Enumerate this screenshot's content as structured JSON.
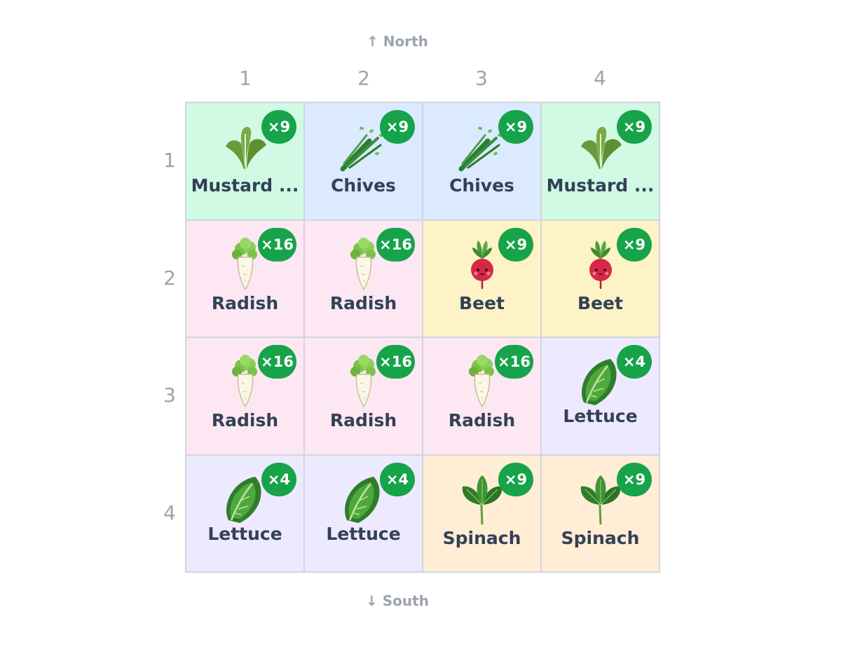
{
  "compass": {
    "north": "↑ North",
    "south": "↓ South"
  },
  "columns": [
    "1",
    "2",
    "3",
    "4"
  ],
  "rows": [
    "1",
    "2",
    "3",
    "4"
  ],
  "colors": {
    "badge": "#16a34a"
  },
  "cells": [
    {
      "label": "Mustard ...",
      "badge": "×9",
      "icon": "mustard-greens-icon",
      "bg": "#d1fae5"
    },
    {
      "label": "Chives",
      "badge": "×9",
      "icon": "chives-icon",
      "bg": "#dbeafe"
    },
    {
      "label": "Chives",
      "badge": "×9",
      "icon": "chives-icon",
      "bg": "#dbeafe"
    },
    {
      "label": "Mustard ...",
      "badge": "×9",
      "icon": "mustard-greens-icon",
      "bg": "#d1fae5"
    },
    {
      "label": "Radish",
      "badge": "×16",
      "icon": "radish-icon",
      "bg": "#fce7f3"
    },
    {
      "label": "Radish",
      "badge": "×16",
      "icon": "radish-icon",
      "bg": "#fce7f3"
    },
    {
      "label": "Beet",
      "badge": "×9",
      "icon": "beet-icon",
      "bg": "#fef3c7"
    },
    {
      "label": "Beet",
      "badge": "×9",
      "icon": "beet-icon",
      "bg": "#fef3c7"
    },
    {
      "label": "Radish",
      "badge": "×16",
      "icon": "radish-icon",
      "bg": "#fce7f3"
    },
    {
      "label": "Radish",
      "badge": "×16",
      "icon": "radish-icon",
      "bg": "#fce7f3"
    },
    {
      "label": "Radish",
      "badge": "×16",
      "icon": "radish-icon",
      "bg": "#fce7f3"
    },
    {
      "label": "Lettuce",
      "badge": "×4",
      "icon": "lettuce-icon",
      "bg": "#ede9fe"
    },
    {
      "label": "Lettuce",
      "badge": "×4",
      "icon": "lettuce-icon",
      "bg": "#ede9fe"
    },
    {
      "label": "Lettuce",
      "badge": "×4",
      "icon": "lettuce-icon",
      "bg": "#ede9fe"
    },
    {
      "label": "Spinach",
      "badge": "×9",
      "icon": "spinach-icon",
      "bg": "#ffedd5"
    },
    {
      "label": "Spinach",
      "badge": "×9",
      "icon": "spinach-icon",
      "bg": "#ffedd5"
    }
  ]
}
